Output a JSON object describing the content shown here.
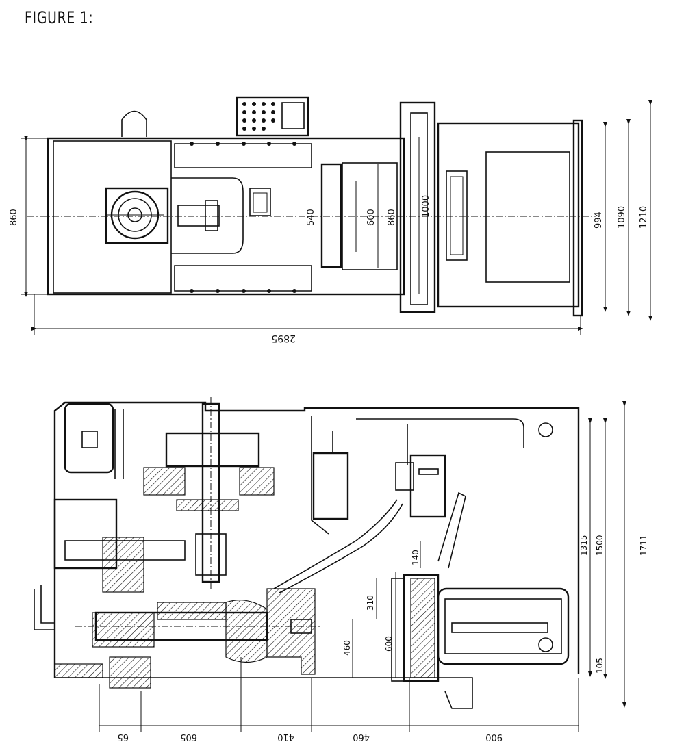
{
  "figure_title": "FIGURE 1:",
  "top_view": {
    "dim_overall_length": "2895",
    "dim_left_height": "860",
    "dim_inner_540": "540",
    "dim_inner_600": "600",
    "dim_inner_860": "860",
    "dim_inner_1000": "1000",
    "dim_right_994": "994",
    "dim_right_1090": "1090",
    "dim_right_1210": "1210"
  },
  "side_view": {
    "dim_140": "140",
    "dim_310": "310",
    "dim_460": "460",
    "dim_600": "600",
    "dim_1315": "1315",
    "dim_1500": "1500",
    "dim_1711": "1711",
    "dim_105": "105",
    "bottom_65": "65",
    "bottom_605": "605",
    "bottom_410": "410",
    "bottom_460": "460",
    "bottom_900": "900"
  }
}
